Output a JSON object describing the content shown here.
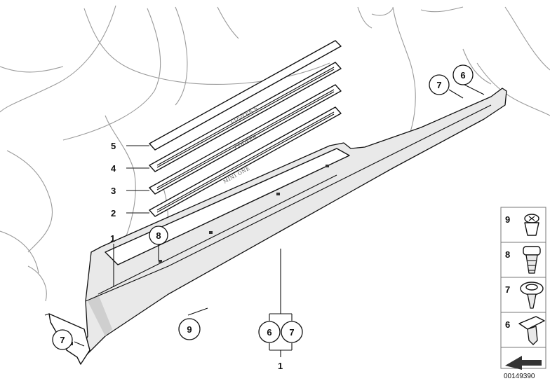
{
  "sill_labels": {
    "cooper_s": "COOPER S",
    "cooper": "COOPER",
    "mini_one": "MINI ONE"
  },
  "callouts": {
    "strip_5": "5",
    "strip_4": "4",
    "strip_3": "3",
    "strip_2": "2",
    "sill_1": "1",
    "clip_8": "8",
    "clip_7_front": "7",
    "sill_9": "9",
    "clip_6_mid": "6",
    "clip_7_mid": "7",
    "bracket_1": "1",
    "clip_7_rear": "7",
    "clip_6_rear": "6"
  },
  "legend": [
    {
      "number": "9",
      "icon": "screw-clip-icon"
    },
    {
      "number": "8",
      "icon": "expansion-nut-icon"
    },
    {
      "number": "7",
      "icon": "push-rivet-icon"
    },
    {
      "number": "6",
      "icon": "trim-clip-icon"
    }
  ],
  "diagram_code": "00149390",
  "colors": {
    "line": "#111111",
    "body_outline": "#9a9a9a",
    "legend_border": "#777777"
  }
}
